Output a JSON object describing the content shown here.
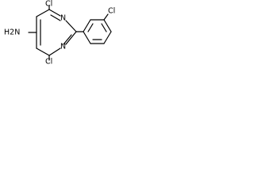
{
  "atoms": {
    "cl_top": "Cl",
    "cl_bottom": "Cl",
    "cl_right": "Cl",
    "amine": "H2N",
    "n_top": "N",
    "n_bottom": "N"
  }
}
